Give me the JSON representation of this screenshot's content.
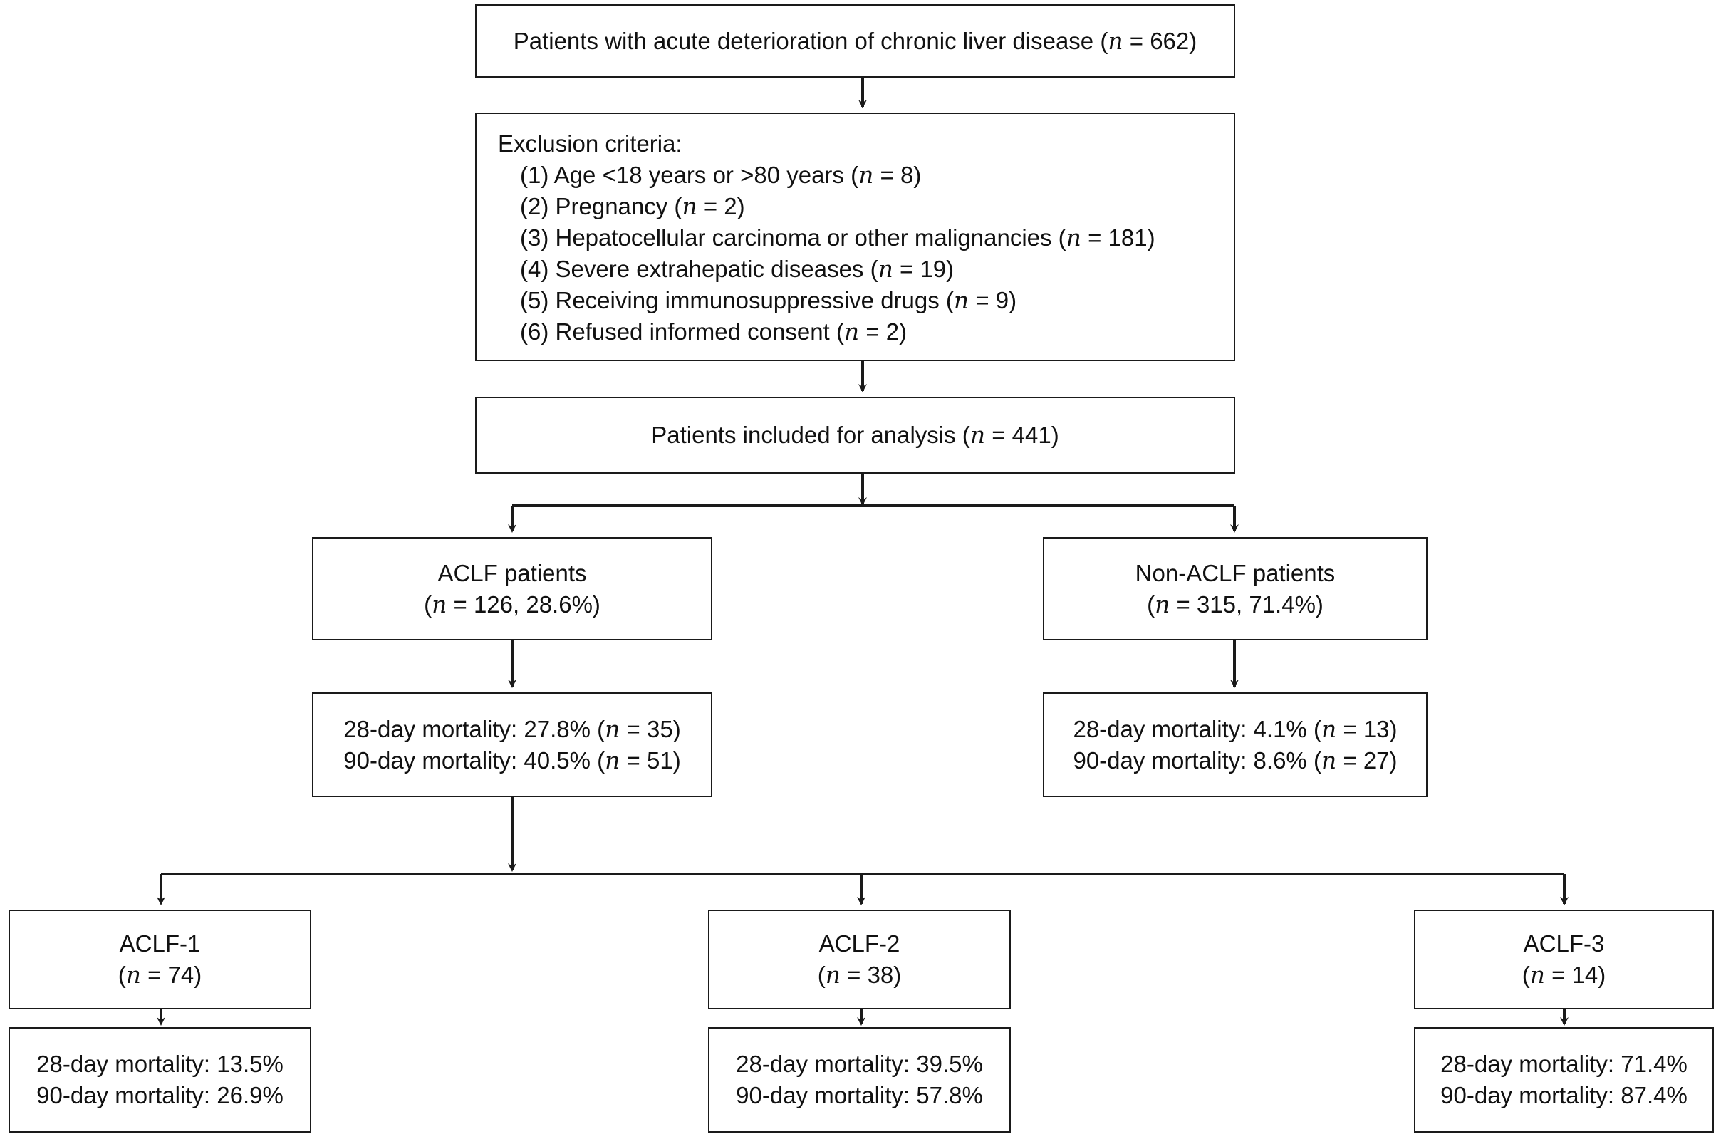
{
  "top": {
    "text": "Patients with acute deterioration of chronic liver disease",
    "n_label": "n",
    "n_value": " = 662)"
  },
  "exclusion": {
    "title": "Exclusion criteria:",
    "items": [
      {
        "text": "(1) Age <18 years or >80 years (",
        "n_label": "n",
        "n_value": " = 8)"
      },
      {
        "text": "(2) Pregnancy (",
        "n_label": "n",
        "n_value": " = 2)"
      },
      {
        "text": "(3) Hepatocellular carcinoma or other malignancies (",
        "n_label": "n",
        "n_value": " = 181)"
      },
      {
        "text": "(4) Severe extrahepatic diseases (",
        "n_label": "n",
        "n_value": " = 19)"
      },
      {
        "text": "(5) Receiving immunosuppressive drugs (",
        "n_label": "n",
        "n_value": " = 9)"
      },
      {
        "text": "(6) Refused informed consent (",
        "n_label": "n",
        "n_value": " = 2)"
      }
    ]
  },
  "included": {
    "text": "Patients included for analysis",
    "n_label": "n",
    "n_value": " = 441)"
  },
  "aclf": {
    "title": "ACLF patients",
    "n_label": "n",
    "n_value": " = 126, 28.6%)"
  },
  "non_aclf": {
    "title": "Non-ACLF patients",
    "n_label": "n",
    "n_value": " = 315, 71.4%)"
  },
  "aclf_mortality": {
    "line1": "28-day mortality: 27.8%",
    "line1_n_label": "n",
    "line1_n_value": " = 35)",
    "line2": "90-day mortality: 40.5%",
    "line2_n_label": "n",
    "line2_n_value": " = 51)"
  },
  "non_aclf_mortality": {
    "line1": "28-day mortality: 4.1%",
    "line1_n_label": "n",
    "line1_n_value": " = 13)",
    "line2": "90-day mortality: 8.6%",
    "line2_n_label": "n",
    "line2_n_value": " = 27)"
  },
  "grades": [
    {
      "title": "ACLF-1",
      "n_label": "n",
      "n_value": " = 74)",
      "mort28": "28-day mortality: 13.5%",
      "mort90": "90-day mortality: 26.9%"
    },
    {
      "title": "ACLF-2",
      "n_label": "n",
      "n_value": " = 38)",
      "mort28": "28-day mortality: 39.5%",
      "mort90": "90-day mortality: 57.8%"
    },
    {
      "title": "ACLF-3",
      "n_label": "n",
      "n_value": " = 14)",
      "mort28": "28-day mortality: 71.4%",
      "mort90": "90-day mortality: 87.4%"
    }
  ]
}
